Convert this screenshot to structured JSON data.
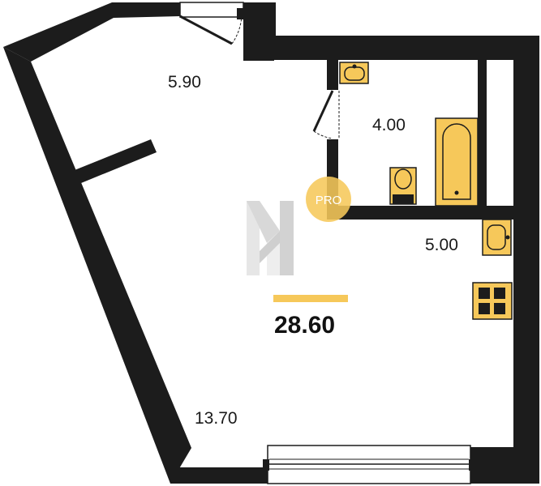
{
  "rooms": {
    "hall_area": "5.90",
    "bathroom_area": "4.00",
    "kitchen_area": "5.00",
    "living_area": "13.70"
  },
  "total": {
    "area": "28.60"
  },
  "badge": {
    "text": "PRO"
  },
  "colors": {
    "wall": "#1c1c1c",
    "fixture_fill": "#f6c85a",
    "fixture_stroke": "#1c1c1c",
    "accent_bar": "#f6c85a",
    "badge": "#f6c85a",
    "logo_light": "#eeeeee",
    "logo_mid": "#dcdcdc",
    "logo_dark": "#cfcfcf"
  },
  "icons": [
    "door-swing-icon",
    "sink-icon",
    "bathtub-icon",
    "toilet-icon",
    "stove-icon",
    "logo-mark-icon"
  ]
}
